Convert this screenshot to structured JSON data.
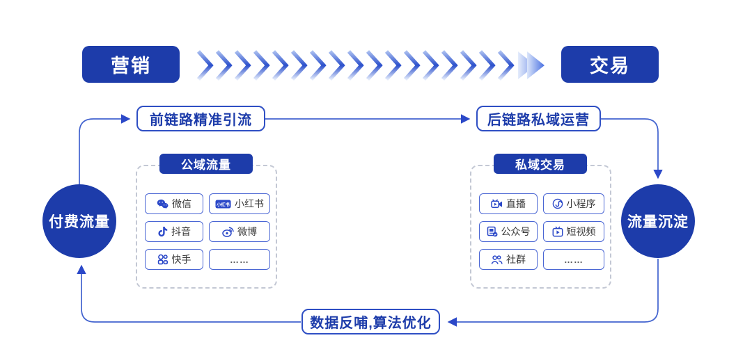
{
  "colors": {
    "primary_blue": "#1d3caa",
    "line_blue": "#4263cf",
    "chip_border_blue": "#4a66d4",
    "icon_blue": "#2b48c8",
    "dash_gray": "#c3c8d4"
  },
  "flow_top": {
    "start_label": "营销",
    "end_label": "交易"
  },
  "front_link": {
    "label": "前链路精准引流"
  },
  "back_link": {
    "label": "后链路私域运营"
  },
  "feedback": {
    "label": "数据反哺,算法优化"
  },
  "left_node": {
    "label": "付费流量"
  },
  "right_node": {
    "label": "流量沉淀"
  },
  "public_box": {
    "title": "公域流量",
    "items": [
      {
        "label": "微信",
        "icon": "wechat-icon"
      },
      {
        "label": "小红书",
        "icon": "xiaohongshu-icon",
        "icon_text": "小红书"
      },
      {
        "label": "抖音",
        "icon": "douyin-icon"
      },
      {
        "label": "微博",
        "icon": "weibo-icon"
      },
      {
        "label": "快手",
        "icon": "kuaishou-icon"
      },
      {
        "label": "……",
        "icon": "none"
      }
    ]
  },
  "private_box": {
    "title": "私域交易",
    "items": [
      {
        "label": "直播",
        "icon": "live-icon"
      },
      {
        "label": "小程序",
        "icon": "miniprogram-icon"
      },
      {
        "label": "公众号",
        "icon": "official-account-icon"
      },
      {
        "label": "短视频",
        "icon": "short-video-icon"
      },
      {
        "label": "社群",
        "icon": "community-icon"
      },
      {
        "label": "……",
        "icon": "none"
      }
    ]
  }
}
